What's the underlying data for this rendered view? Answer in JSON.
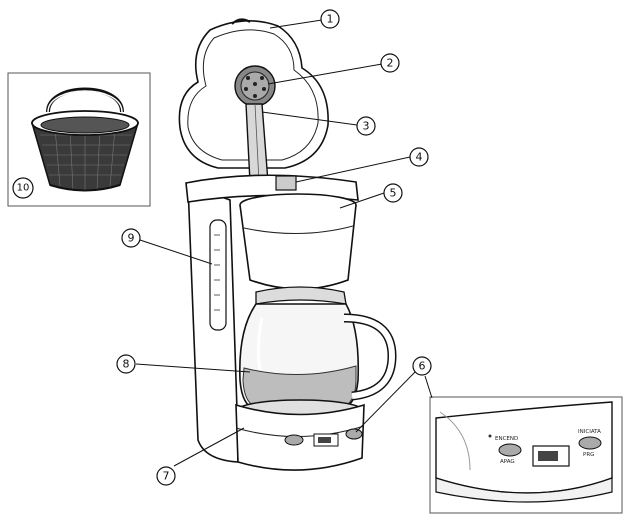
{
  "callouts": [
    {
      "id": "1",
      "label": "1"
    },
    {
      "id": "2",
      "label": "2"
    },
    {
      "id": "3",
      "label": "3"
    },
    {
      "id": "4",
      "label": "4"
    },
    {
      "id": "5",
      "label": "5"
    },
    {
      "id": "6",
      "label": "6"
    },
    {
      "id": "7",
      "label": "7"
    },
    {
      "id": "8",
      "label": "8"
    },
    {
      "id": "9",
      "label": "9"
    },
    {
      "id": "10",
      "label": "10"
    }
  ],
  "control_panel": {
    "button_left_label": "ENCEND",
    "button_left_sub": "APAG",
    "button_right_label": "INICIATA",
    "button_right_sub": "PRG"
  }
}
